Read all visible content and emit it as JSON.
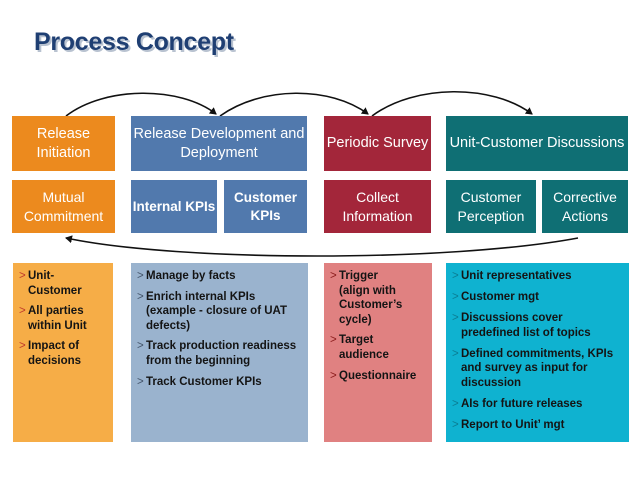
{
  "title": "Process Concept",
  "columns": [
    {
      "header": "Release Initiation",
      "subs": [
        "Mutual Commitment"
      ],
      "bullets": [
        "Unit-Customer",
        "All parties within Unit",
        "Impact of decisions"
      ]
    },
    {
      "header": "Release Development and Deployment",
      "subs": [
        "Internal KPIs",
        "Customer KPIs"
      ],
      "bullets": [
        "Manage by facts",
        "Enrich internal KPIs (example - closure of UAT defects)",
        "Track production readiness from the beginning",
        "Track Customer KPIs"
      ]
    },
    {
      "header": "Periodic Survey",
      "subs": [
        "Collect Information"
      ],
      "bullets": [
        "Trigger (align with Customer’s cycle)",
        "Target audience",
        "Questionnaire"
      ]
    },
    {
      "header": "Unit-Customer Discussions",
      "subs": [
        "Customer Perception",
        "Corrective Actions"
      ],
      "bullets": [
        "Unit representatives",
        "Customer mgt",
        "Discussions cover predefined list of topics",
        "Defined commitments, KPIs and survey as input for discussion",
        "AIs for future releases",
        "Report to Unit’ mgt"
      ]
    }
  ],
  "bullet_marker": ">",
  "colors": {
    "title": "#1f3f73",
    "orange": "#ec8a1e",
    "blue": "#5179ad",
    "maroon": "#a3263a",
    "teal": "#0f6f74",
    "panel_orange": "#f6ad47",
    "panel_blue": "#9ab3ce",
    "panel_red": "#e08181",
    "panel_cyan": "#0fb2d0"
  }
}
